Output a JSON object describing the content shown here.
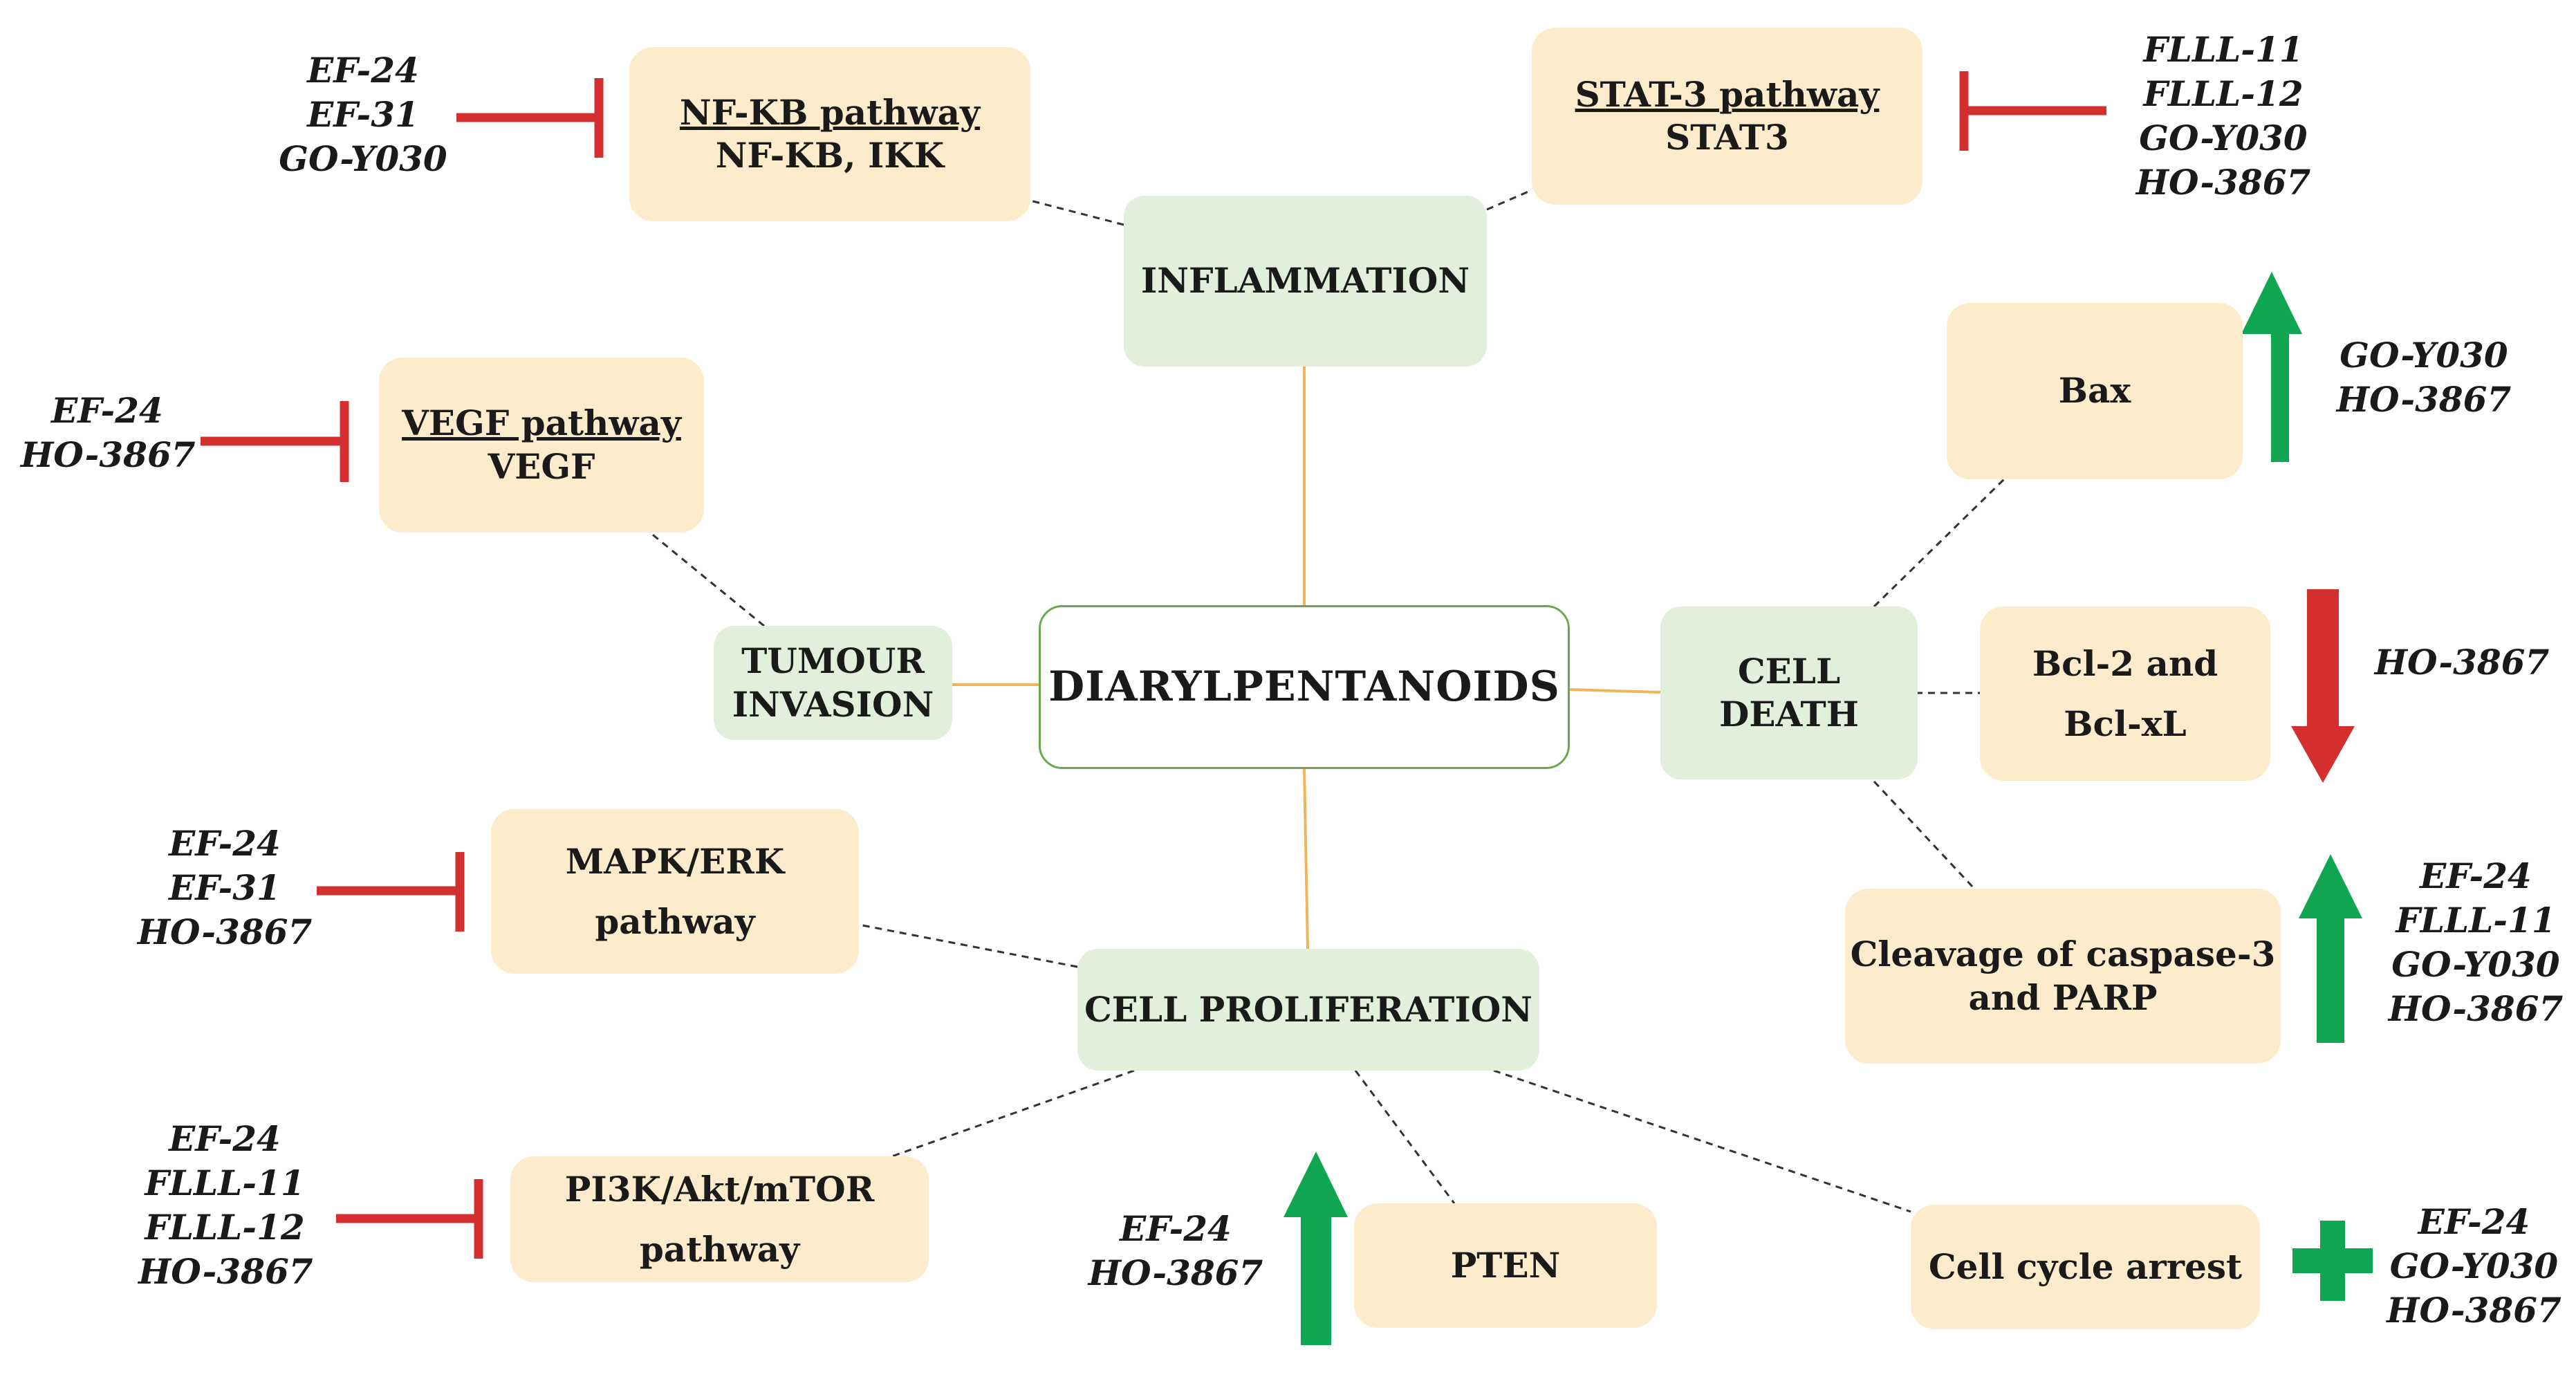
{
  "center": {
    "label": "DIARYLPENTANOIDS"
  },
  "categories": {
    "inflammation": "INFLAMMATION",
    "tumour_invasion": [
      "TUMOUR",
      "INVASION"
    ],
    "cell_death": [
      "CELL",
      "DEATH"
    ],
    "cell_proliferation": "CELL PROLIFERATION"
  },
  "nodes": {
    "nfkb": {
      "title": "NF-KB pathway",
      "detail": "NF-KB, IKK",
      "drugs": [
        "EF-24",
        "EF-31",
        "GO-Y030"
      ],
      "effect": "inhibition"
    },
    "stat3": {
      "title": "STAT-3 pathway",
      "detail": "STAT3",
      "drugs": [
        "FLLL-11",
        "FLLL-12",
        "GO-Y030",
        "HO-3867"
      ],
      "effect": "inhibition"
    },
    "vegf": {
      "title": "VEGF pathway",
      "detail": "VEGF",
      "drugs": [
        "EF-24",
        "HO-3867"
      ],
      "effect": "inhibition"
    },
    "bax": {
      "lines": [
        "Bax"
      ],
      "drugs": [
        "GO-Y030",
        "HO-3867"
      ],
      "effect": "upregulation"
    },
    "bcl2": {
      "lines": [
        "Bcl-2 and",
        "Bcl-xL"
      ],
      "drugs": [
        "HO-3867"
      ],
      "effect": "downregulation"
    },
    "caspase": {
      "lines": [
        "Cleavage of caspase-3",
        "and PARP"
      ],
      "drugs": [
        "EF-24",
        "FLLL-11",
        "GO-Y030",
        "HO-3867"
      ],
      "effect": "upregulation"
    },
    "mapk": {
      "lines": [
        "MAPK/ERK",
        "pathway"
      ],
      "drugs": [
        "EF-24",
        "EF-31",
        "HO-3867"
      ],
      "effect": "inhibition"
    },
    "pi3k": {
      "lines": [
        "PI3K/Akt/mTOR",
        "pathway"
      ],
      "drugs": [
        "EF-24",
        "FLLL-11",
        "FLLL-12",
        "HO-3867"
      ],
      "effect": "inhibition"
    },
    "pten": {
      "lines": [
        "PTEN"
      ],
      "drugs": [
        "EF-24",
        "HO-3867"
      ],
      "effect": "upregulation"
    },
    "cell_cycle": {
      "lines": [
        "Cell cycle arrest"
      ],
      "drugs": [
        "EF-24",
        "GO-Y030",
        "HO-3867"
      ],
      "effect": "induction"
    }
  },
  "colors": {
    "subprocess_fill": "#fdeccb",
    "category_fill": "#e2efdb",
    "center_border": "#6aa84f",
    "inhibition": "#d32f2f",
    "up_arrow": "#10a550",
    "down_arrow": "#d32f2f",
    "solid_connector": "#f0b45a",
    "dashed_connector": "#333333"
  }
}
